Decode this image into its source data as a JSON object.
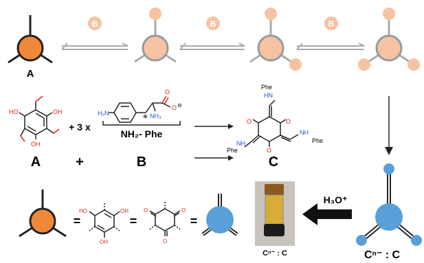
{
  "diagram": {
    "labels": {
      "a_top": "A",
      "a_mid": "A",
      "b_mid": "B",
      "c_mid": "C",
      "b_circle": "B",
      "plus": "+",
      "plus_3x": "+ 3 x",
      "nh2_phe": "NH₂- Phe",
      "phe": "Phe",
      "hn": "HN",
      "nh": "NH",
      "h2n": "H₂N",
      "nh3": "NH₃",
      "plus_charge": "⊕",
      "minus_charge": "⊖",
      "oh": "OH",
      "ho": "HO",
      "o": "O",
      "h3o": "H₃O⁺",
      "cn_c": "Cⁿ⁻ : C",
      "cn_c_small": "Cⁿ⁻ : C",
      "eq": "="
    },
    "colors": {
      "orange": "#f0883a",
      "pale_orange": "#f5c3a3",
      "blue": "#5aa0d8",
      "pale_blue_line": "#9dbfe0",
      "gray_line": "#aaaaaa",
      "red_o": "#e02020",
      "blue_n": "#2050e0"
    }
  }
}
